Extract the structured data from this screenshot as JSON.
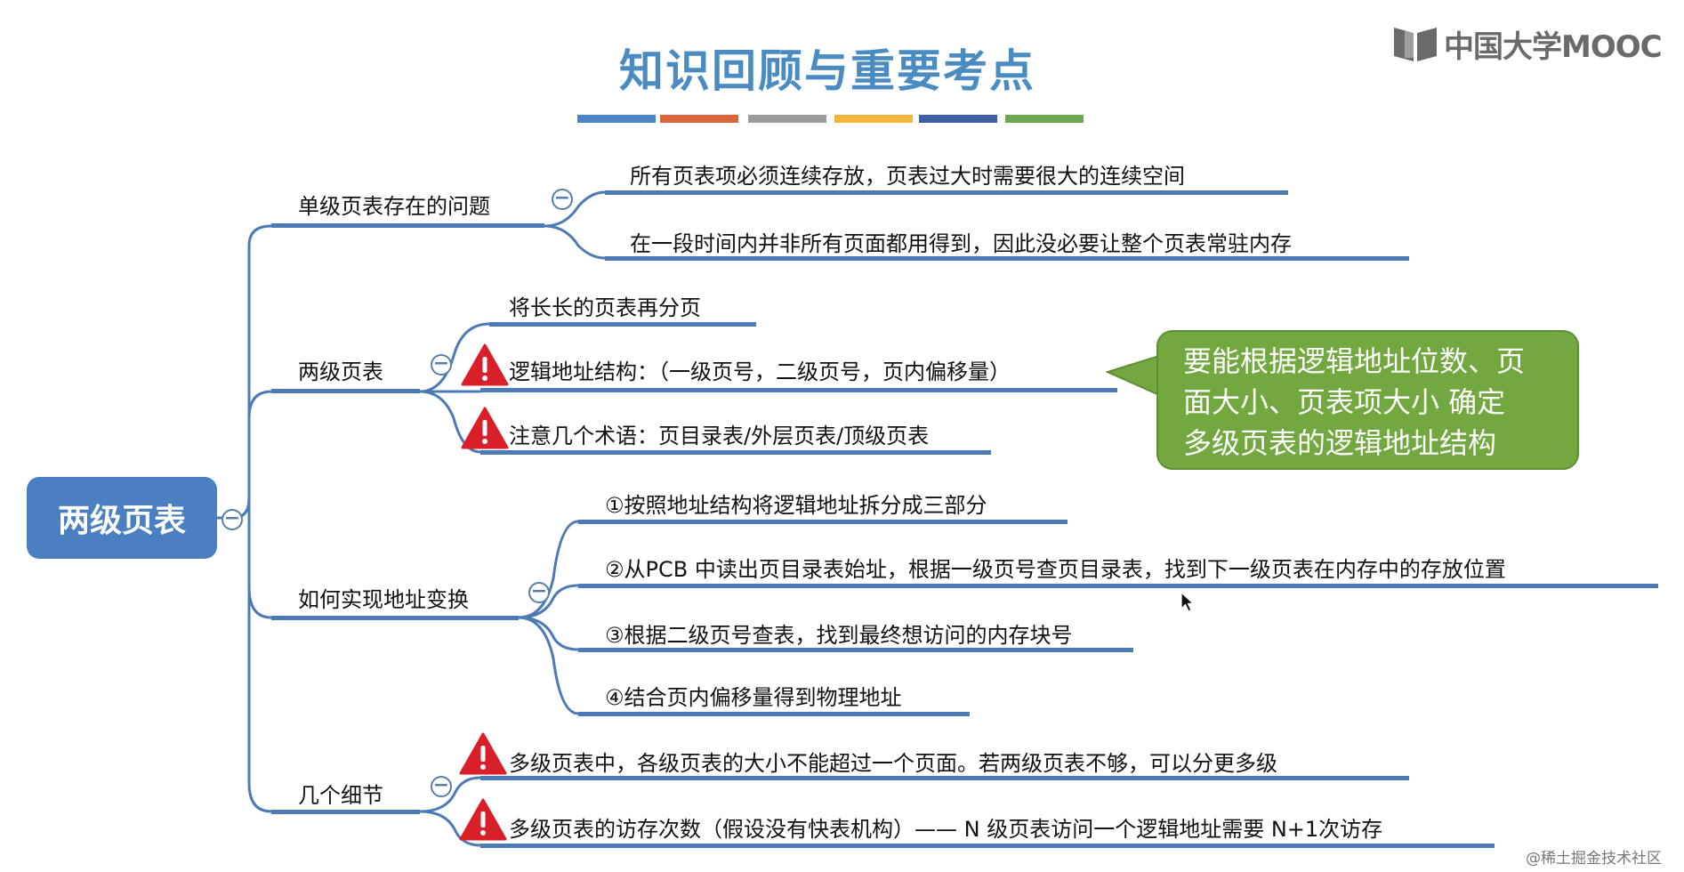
{
  "header": {
    "title": "知识回顾与重要考点",
    "color_bars": [
      "#4a86c5",
      "#d9663b",
      "#9c9c9c",
      "#f0b63a",
      "#3f5fa4",
      "#6aa84f"
    ]
  },
  "logo": {
    "icon": "mooc-logo-icon",
    "text": "中国大学MOOC"
  },
  "mindmap": {
    "root": {
      "label": "两级页表"
    },
    "branches": [
      {
        "label": "单级页表存在的问题",
        "children": [
          {
            "text": "所有页表项必须连续存放，页表过大时需要很大的连续空间",
            "warning": false
          },
          {
            "text": "在一段时间内并非所有页面都用得到，因此没必要让整个页表常驻内存",
            "warning": false
          }
        ]
      },
      {
        "label": "两级页表",
        "children": [
          {
            "text": "将长长的页表再分页",
            "warning": false
          },
          {
            "text": "逻辑地址结构：（一级页号，二级页号，页内偏移量）",
            "warning": true
          },
          {
            "text": "注意几个术语：页目录表/外层页表/顶级页表",
            "warning": true
          }
        ]
      },
      {
        "label": "如何实现地址变换",
        "children": [
          {
            "text": "①按照地址结构将逻辑地址拆分成三部分",
            "warning": false
          },
          {
            "text": "②从PCB 中读出页目录表始址，根据一级页号查页目录表，找到下一级页表在内存中的存放位置",
            "warning": false
          },
          {
            "text": "③根据二级页号查表，找到最终想访问的内存块号",
            "warning": false
          },
          {
            "text": "④结合页内偏移量得到物理地址",
            "warning": false
          }
        ]
      },
      {
        "label": "几个细节",
        "children": [
          {
            "text": "多级页表中，各级页表的大小不能超过一个页面。若两级页表不够，可以分更多级",
            "warning": true
          },
          {
            "text": "多级页表的访存次数（假设没有快表机构）—— N 级页表访问一个逻辑地址需要 N+1次访存",
            "warning": true
          }
        ]
      }
    ],
    "callout": {
      "lines": [
        "要能根据逻辑地址位数、页",
        "面大小、页表项大小 确定",
        "多级页表的逻辑地址结构"
      ]
    },
    "collapse_symbol": "−"
  },
  "watermark": "@稀土掘金技术社区",
  "colors": {
    "line": "#4b7ab6",
    "root_fill": "#4a7fc1",
    "callout_fill": "#73a841",
    "warning": "#d91f2a",
    "title": "#4a8cc2"
  }
}
